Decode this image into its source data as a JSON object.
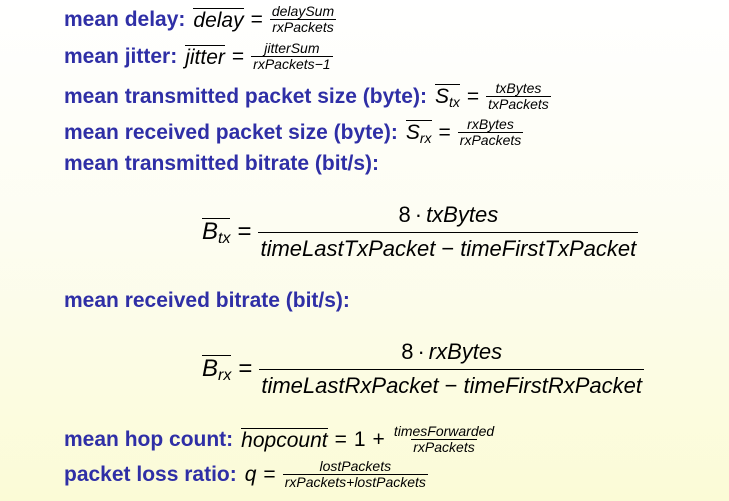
{
  "lines": {
    "delay": {
      "label": "mean delay:",
      "lhs": "delay",
      "eq": "=",
      "num": "delaySum",
      "den": "rxPackets"
    },
    "jitter": {
      "label": "mean jitter:",
      "lhs": "jitter",
      "eq": "=",
      "num": "jitterSum",
      "den": "rxPackets−1"
    },
    "stx": {
      "label": "mean transmitted packet size (byte):",
      "lhs": "S",
      "sub": "tx",
      "eq": "=",
      "num": "txBytes",
      "den": "txPackets"
    },
    "srx": {
      "label": "mean received packet size (byte):",
      "lhs": "S",
      "sub": "rx",
      "eq": "=",
      "num": "rxBytes",
      "den": "rxPackets"
    },
    "btx_label": "mean transmitted bitrate (bit/s):",
    "btx": {
      "lhs": "B",
      "sub": "tx",
      "eq": "=",
      "num_const": "8",
      "num_dot": "·",
      "num_var": "txBytes",
      "den_a": "timeLastTxPacket",
      "den_op": "−",
      "den_b": "timeFirstTxPacket"
    },
    "brx_label": "mean received bitrate (bit/s):",
    "brx": {
      "lhs": "B",
      "sub": "rx",
      "eq": "=",
      "num_const": "8",
      "num_dot": "·",
      "num_var": "rxBytes",
      "den_a": "timeLastRxPacket",
      "den_op": "−",
      "den_b": "timeFirstRxPacket"
    },
    "hop": {
      "label": "mean hop count:",
      "lhs": "hopcount",
      "eq": "=",
      "const": "1",
      "plus": "+",
      "num": "timesForwarded",
      "den": "rxPackets"
    },
    "loss": {
      "label": "packet loss ratio:",
      "lhs": "q",
      "eq": "=",
      "num": "lostPackets",
      "den": "rxPackets+lostPackets"
    }
  }
}
